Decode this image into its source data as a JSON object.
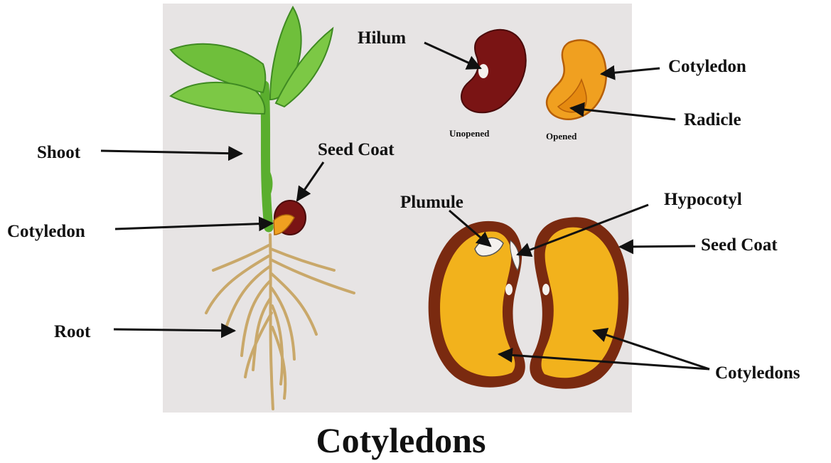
{
  "title": "Cotyledons",
  "labels": {
    "shoot": "Shoot",
    "seed_coat_plant": "Seed Coat",
    "cotyledon_plant": "Cotyledon",
    "root": "Root",
    "hilum": "Hilum",
    "cotyledon_seed": "Cotyledon",
    "radicle": "Radicle",
    "unopened": "Unopened",
    "opened": "Opened",
    "plumule": "Plumule",
    "hypocotyl": "Hypocotyl",
    "seed_coat_section": "Seed Coat",
    "cotyledons": "Cotyledons"
  },
  "colors": {
    "panel": "#e7e4e4",
    "leaf": "#6fbf3b",
    "leaf_dark": "#3f8a22",
    "stem": "#5aae2e",
    "root": "#c9a86a",
    "seed_red": "#7a1414",
    "seed_orange": "#f0a020",
    "cotyledon_yellow": "#f2b21c",
    "coat_brown": "#7a2a10"
  }
}
